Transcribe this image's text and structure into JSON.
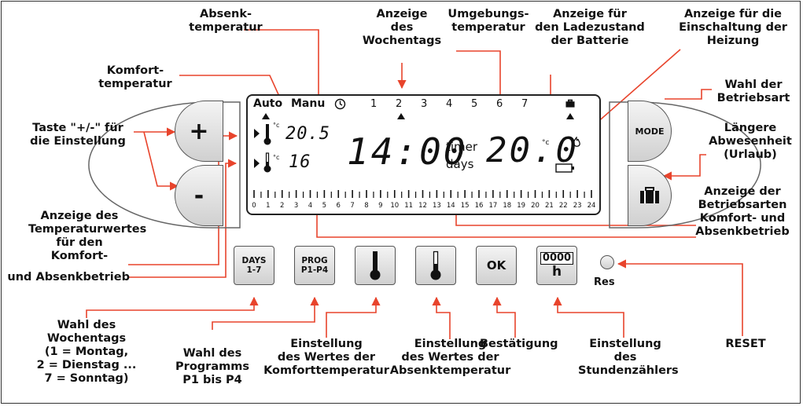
{
  "labels": {
    "absenk": "Absenk-\ntemperatur",
    "wochentag_anzeige": "Anzeige\ndes\nWochentags",
    "umgebung": "Umgebungs-\ntemperatur",
    "batterie": "Anzeige für\nden Ladezustand\nder Batterie",
    "heizung": "Anzeige für die\nEinschaltung der\nHeizung",
    "komfort": "Komfort-\ntemperatur",
    "taste": "Taste \"+/-\" für\ndie Einstellung",
    "betriebsart": "Wahl der\nBetriebsart",
    "urlaub": "Längere\nAbwesenheit\n(Urlaub)",
    "betriebsarten_anzeige": "Anzeige der\nBetriebsarten\nKomfort- und\nAbsenkbetrieb",
    "temp_anzeige_a": "Anzeige des\nTemperaturwertes\nfür den\nKomfort-",
    "temp_anzeige_b": "und Absenkbetrieb",
    "wochentag_wahl": "Wahl des\nWochentags\n(1 = Montag,\n2 = Dienstag ...\n7 = Sonntag)",
    "programm_wahl": "Wahl des\nProgramms\nP1 bis P4",
    "komfort_einstellung": "Einstellung\ndes Wertes der\nKomforttemperatur",
    "absenk_einstellung": "Einstellung\ndes Wertes der\nAbsenktemperatur",
    "bestaetigung": "Bestätigung",
    "stundenzaehler": "Einstellung\ndes\nStundenzählers",
    "reset": "RESET"
  },
  "buttons": {
    "plus": "+",
    "minus": "-",
    "mode": "MODE",
    "days_1": "DAYS",
    "days_2": "1-7",
    "prog_1": "PROG",
    "prog_2": "P1-P4",
    "ok": "OK",
    "counter_top": "0000",
    "counter_bottom": "h",
    "res": "Res"
  },
  "display": {
    "auto": "Auto",
    "manu": "Manu",
    "days": [
      "1",
      "2",
      "3",
      "4",
      "5",
      "6",
      "7"
    ],
    "comfort_temp": "20.5",
    "eco_temp": "16",
    "unit": "°c",
    "time": "14:00",
    "timer": "timer",
    "days_word": "days",
    "ambient_temp": "20.0",
    "hours": [
      "0",
      "1",
      "2",
      "3",
      "4",
      "5",
      "6",
      "7",
      "8",
      "9",
      "10",
      "11",
      "12",
      "13",
      "14",
      "15",
      "16",
      "17",
      "18",
      "19",
      "20",
      "21",
      "22",
      "23",
      "24"
    ]
  },
  "colors": {
    "leader": "#e8442c",
    "text": "#111111"
  }
}
